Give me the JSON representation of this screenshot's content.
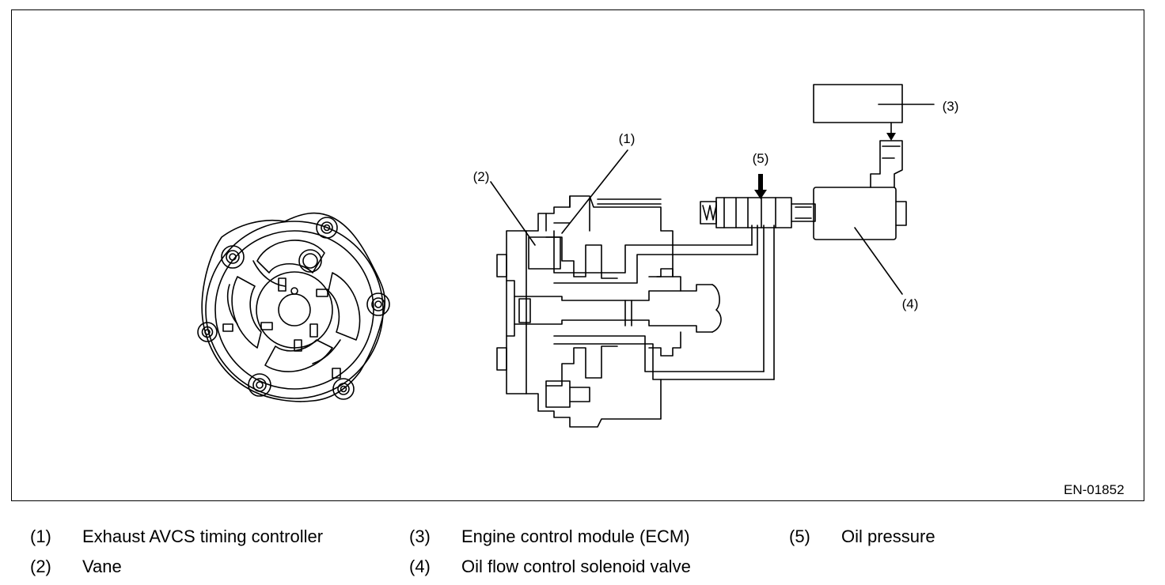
{
  "figure": {
    "id": "EN-01852",
    "callouts": {
      "c1": "(1)",
      "c2": "(2)",
      "c3": "(3)",
      "c4": "(4)",
      "c5": "(5)"
    }
  },
  "legend": [
    {
      "num": "(1)",
      "text": "Exhaust AVCS timing controller"
    },
    {
      "num": "(2)",
      "text": "Vane"
    },
    {
      "num": "(3)",
      "text": "Engine control module (ECM)"
    },
    {
      "num": "(4)",
      "text": "Oil flow control solenoid valve"
    },
    {
      "num": "(5)",
      "text": "Oil pressure"
    }
  ],
  "colors": {
    "line": "#000000",
    "background": "#ffffff"
  }
}
